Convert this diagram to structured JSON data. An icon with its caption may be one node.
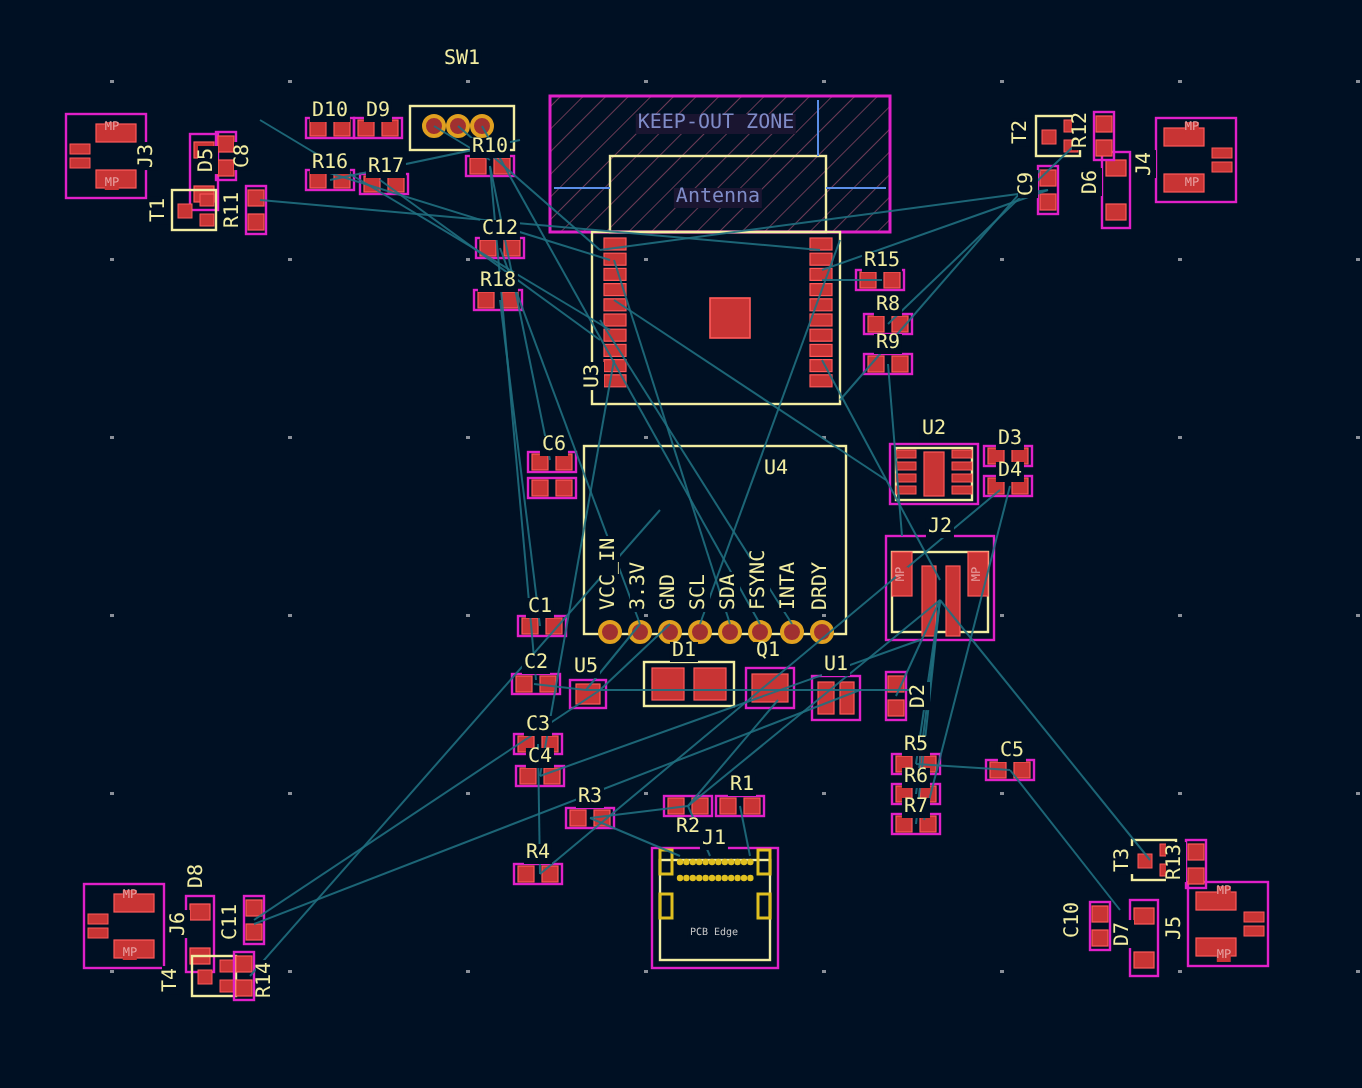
{
  "diagram": {
    "labels": [
      "SW1",
      "KEEP-OUT ZONE",
      "Antenna",
      "D10",
      "D9",
      "MP",
      "MP",
      "J3",
      "D5",
      "C8",
      "R16",
      "R17",
      "R10",
      "T1",
      "R11",
      "C12",
      "T2",
      "R12",
      "C9",
      "D6",
      "J4",
      "MP",
      "MP",
      "R15",
      "R8",
      "R9",
      "R18",
      "U3",
      "C6",
      "U4",
      "U2",
      "D3",
      "D4",
      "VCC_IN",
      "3.3V",
      "GND",
      "SCL",
      "SDA",
      "FSYNC",
      "INTA",
      "DRDY",
      "J2",
      "MP",
      "MP",
      "C1",
      "C2",
      "U5",
      "D1",
      "Q1",
      "U1",
      "D2",
      "C3",
      "C4",
      "R5",
      "C5",
      "R6",
      "R3",
      "R1",
      "R7",
      "R2",
      "J1",
      "R4",
      "T3",
      "R13",
      "D8",
      "MP",
      "MP",
      "J6",
      "C11",
      "C10",
      "D7",
      "J5",
      "MP",
      "MP",
      "PCB Edge",
      "T4",
      "R14"
    ]
  }
}
